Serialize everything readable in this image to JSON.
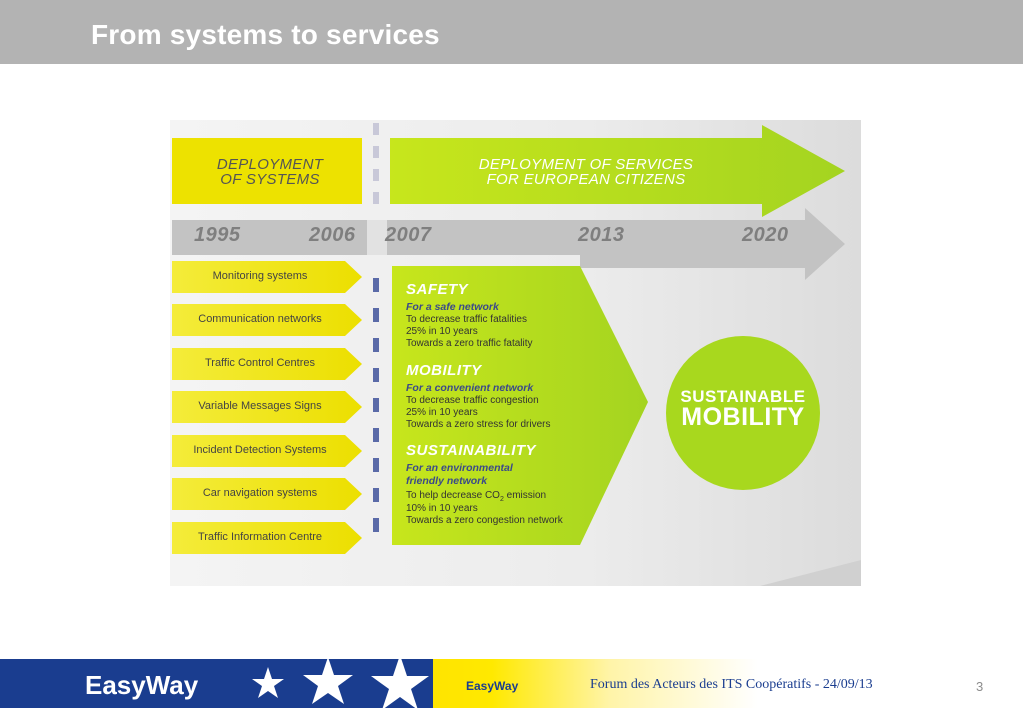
{
  "slide": {
    "title": "From systems to services"
  },
  "diagram": {
    "deployment_systems": [
      "DEPLOYMENT",
      "OF SYSTEMS"
    ],
    "deployment_services": [
      "DEPLOYMENT OF SERVICES",
      "FOR EUROPEAN CITIZENS"
    ],
    "years": [
      "1995",
      "2006",
      "2007",
      "2013",
      "2020"
    ],
    "systems": [
      "Monitoring systems",
      "Communication networks",
      "Traffic Control Centres",
      "Variable Messages Signs",
      "Incident Detection Systems",
      "Car navigation systems",
      "Traffic Information Centre"
    ],
    "safety": {
      "title": "SAFETY",
      "subtitle": "For a safe network",
      "lines": [
        "To decrease traffic fatalities",
        "25% in 10 years",
        "Towards a zero traffic fatality"
      ]
    },
    "mobility": {
      "title": "MOBILITY",
      "subtitle": "For a convenient network",
      "lines": [
        "To decrease traffic congestion",
        "25% in 10 years",
        "Towards a zero stress for drivers"
      ]
    },
    "sustainability": {
      "title": "SUSTAINABILITY",
      "subtitle_1": "For an environmental",
      "subtitle_2": "friendly network",
      "line_1_pre": "To help decrease CO",
      "line_1_sub": "2",
      "line_1_post": " emission",
      "line_2": "10% in 10 years",
      "line_3": "Towards a zero congestion network"
    },
    "outcome": {
      "line_1": "SUSTAINABLE",
      "line_2": "MOBILITY"
    },
    "colors": {
      "yellow": "#f2e500",
      "green": "#a8d81e",
      "grey": "#c8c8c8",
      "navy": "#1a3d8f"
    }
  },
  "footer": {
    "logo_text": "EasyWay",
    "brand": "EasyWay",
    "event": "Forum des Acteurs des ITS Coopératifs - 24/09/13",
    "page_number": "3"
  }
}
